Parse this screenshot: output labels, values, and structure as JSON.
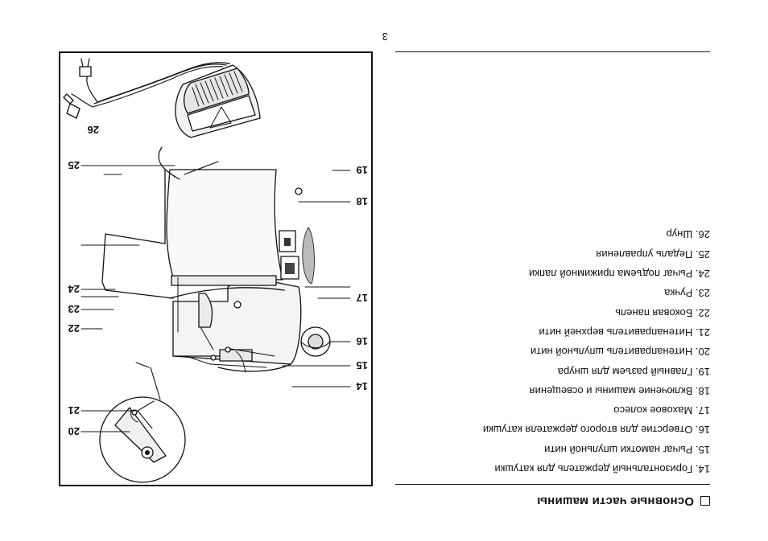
{
  "page": {
    "number": "3"
  },
  "section": {
    "title": "Основные части машины"
  },
  "parts": [
    "14. Горизонтальный держатель для катушки",
    "15. Рычаг намотки шпульной нити",
    "16. Отверстие для второго держателя катушки",
    "17. Маховое колесо",
    "18. Включение машины и освещения",
    "19. Главный разъем для шнура",
    "20. Нитенаправитель шпульной нити",
    "21. Нитенаправитель верхней нити",
    "22. Боковая панель",
    "23. Ручка",
    "24. Рычаг подъема прижимной лапки",
    "25. Педаль управления",
    "26. Шнур"
  ],
  "figure": {
    "callouts": [
      "14",
      "15",
      "16",
      "17",
      "18",
      "19",
      "20",
      "21",
      "22",
      "23",
      "24",
      "25",
      "26"
    ]
  }
}
